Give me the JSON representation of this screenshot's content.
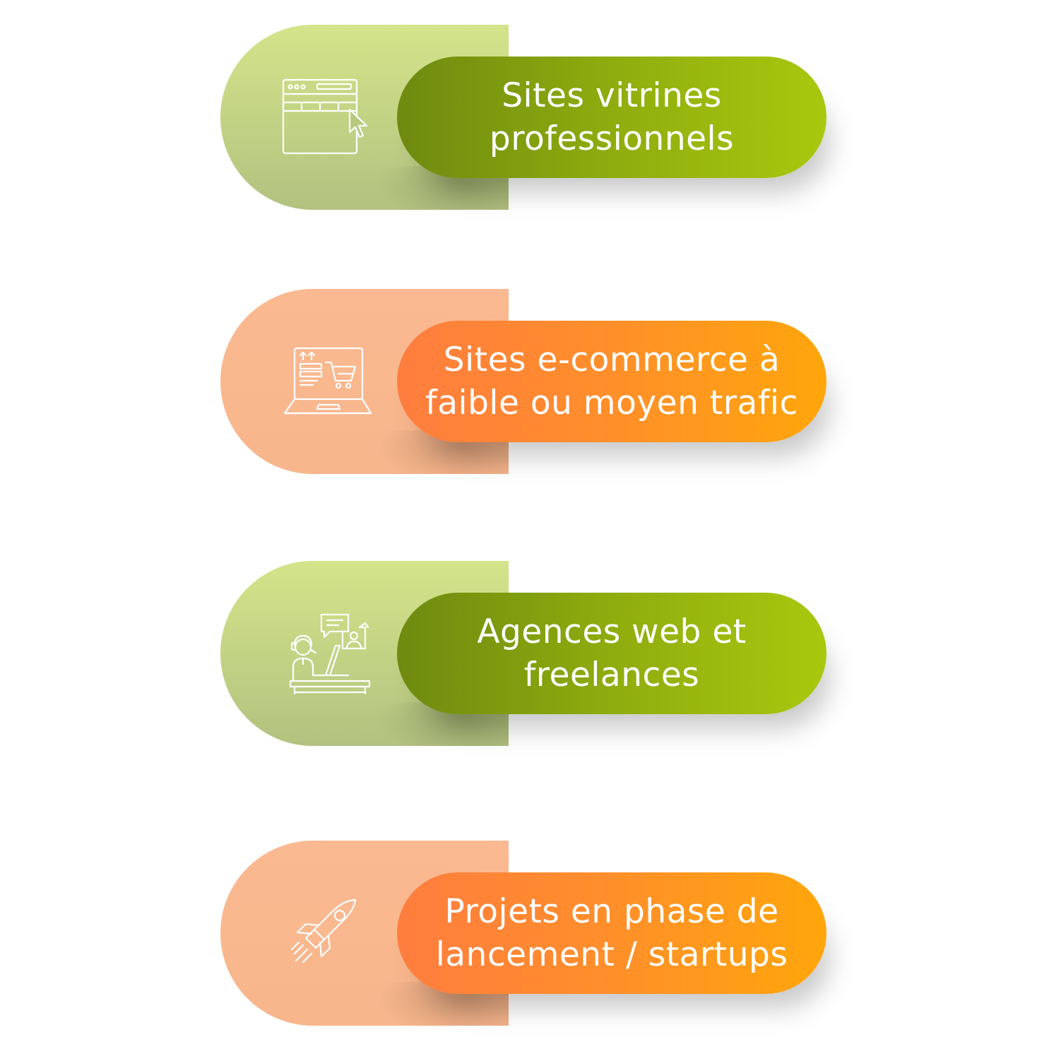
{
  "colors": {
    "green_back": "#c8d889",
    "green_pill_start": "#6e8a10",
    "green_pill_end": "#a8c80e",
    "orange_back": "#fbb991",
    "orange_pill_start": "#ff7d3f",
    "orange_pill_end": "#ffa60b",
    "text": "#ffffff"
  },
  "items": [
    {
      "theme": "green",
      "icon": "browser-click-icon",
      "lines": [
        "Sites vitrines",
        "professionnels"
      ]
    },
    {
      "theme": "orange",
      "icon": "laptop-shopping-cart-icon",
      "lines": [
        "Sites e-commerce à",
        "faible ou moyen trafic"
      ]
    },
    {
      "theme": "green",
      "icon": "support-agent-desk-icon",
      "lines": [
        "Agences web et",
        "freelances"
      ]
    },
    {
      "theme": "orange",
      "icon": "rocket-icon",
      "lines": [
        "Projets en phase de",
        "lancement / startups"
      ]
    }
  ]
}
